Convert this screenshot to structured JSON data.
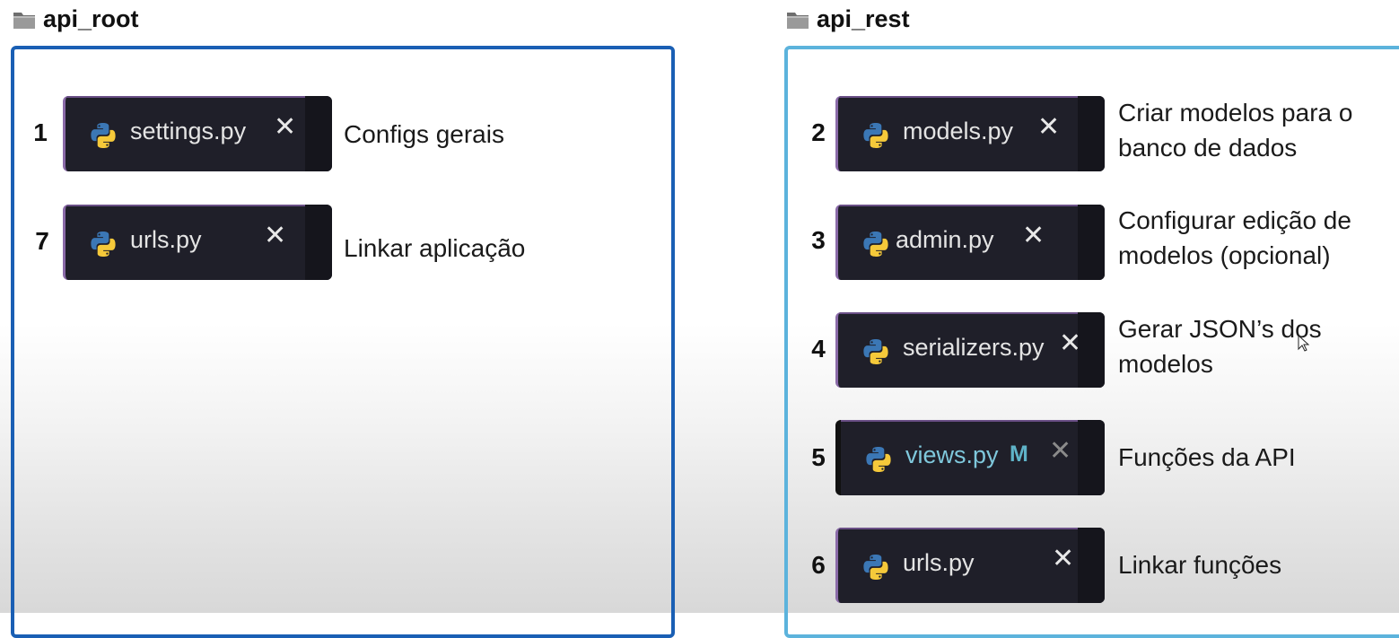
{
  "folders": [
    {
      "title": "api_root",
      "icon": "folder-icon"
    },
    {
      "title": "api_rest",
      "icon": "folder-icon"
    }
  ],
  "api_root": {
    "items": [
      {
        "step": "1",
        "file": "settings.py",
        "description": "Configs gerais",
        "modified": false
      },
      {
        "step": "7",
        "file": "urls.py",
        "description": "Linkar aplicação",
        "modified": false
      }
    ]
  },
  "api_rest": {
    "items": [
      {
        "step": "2",
        "file": "models.py",
        "description_line1": "Criar modelos para o",
        "description_line2": "banco de dados",
        "modified": false
      },
      {
        "step": "3",
        "file": "admin.py",
        "description_line1": "Configurar edição de",
        "description_line2": "modelos (opcional)",
        "modified": false
      },
      {
        "step": "4",
        "file": "serializers.py",
        "description_line1": "Gerar JSON’s dos",
        "description_line2": "modelos",
        "modified": false
      },
      {
        "step": "5",
        "file": "views.py",
        "modified_badge": "M",
        "description": "Funções da API",
        "modified": true
      },
      {
        "step": "6",
        "file": "urls.py",
        "description": "Linkar funções",
        "modified": false
      }
    ]
  },
  "colors": {
    "panel_left_border": "#1a5fb4",
    "panel_right_border": "#5cb3dc",
    "tab_background": "#1f1f29",
    "modified_file_color": "#7fc8dc"
  },
  "icons": {
    "close": "✕",
    "file_type": "python-icon",
    "cursor": "mouse-cursor-icon"
  }
}
